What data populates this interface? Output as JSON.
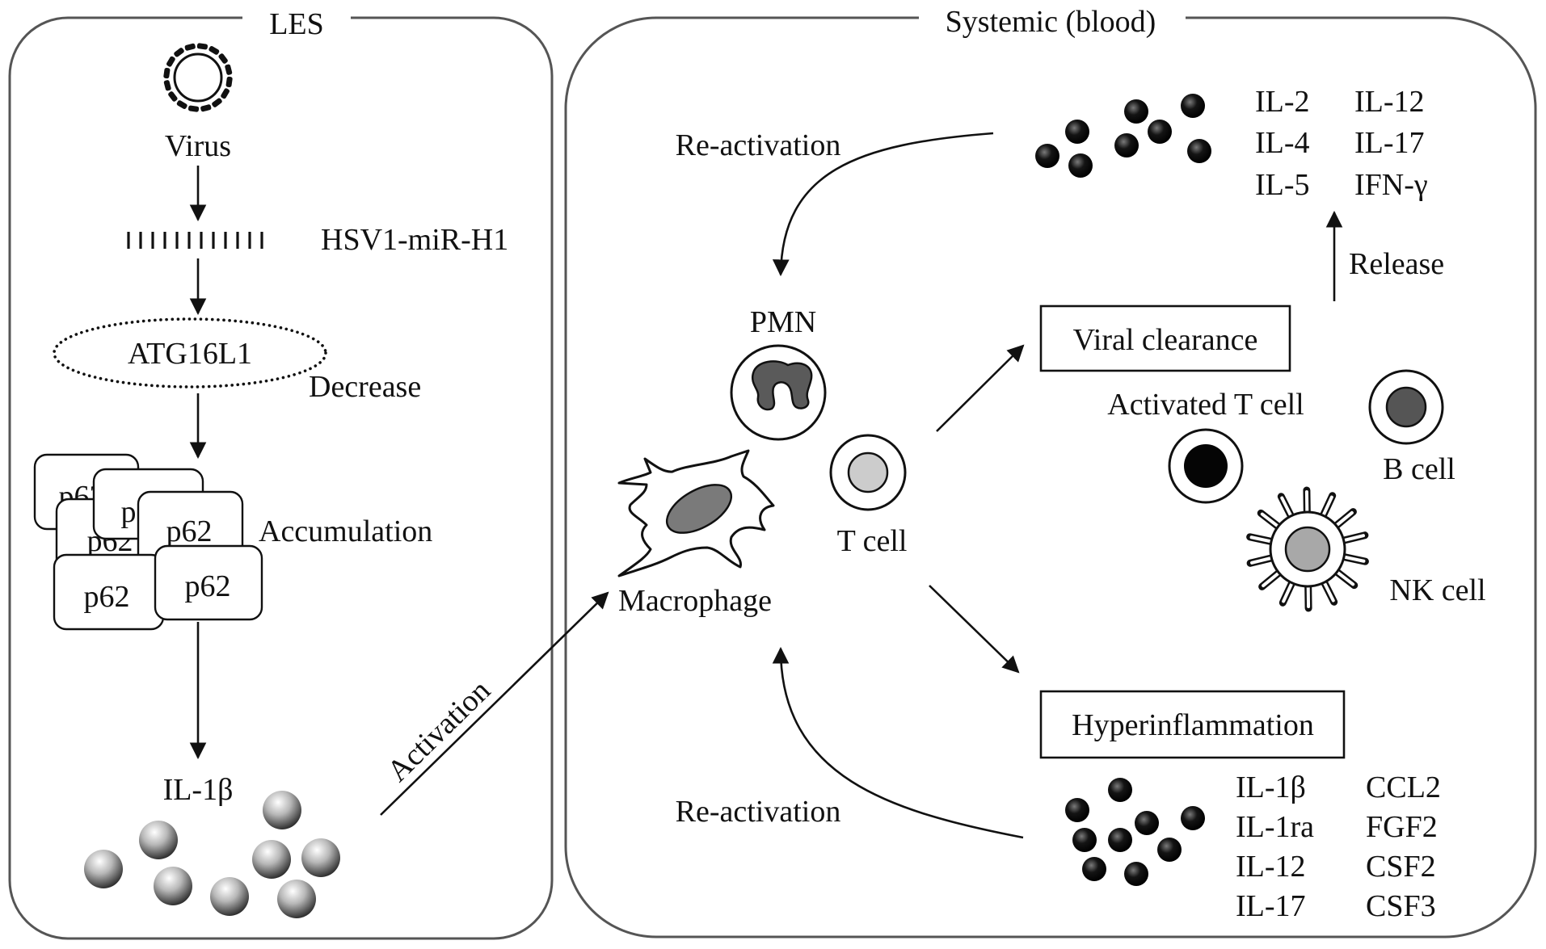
{
  "panels": {
    "les_title": "LES",
    "systemic_title": "Systemic (blood)"
  },
  "les": {
    "virus": "Virus",
    "mirna": "HSV1-miR-H1",
    "atg16l1": "ATG16L1",
    "decrease": "Decrease",
    "p62_boxes": [
      "p62",
      "p62",
      "p62",
      "p62",
      "p62",
      "p62"
    ],
    "accumulation": "Accumulation",
    "il1b": "IL-1β",
    "activation": "Activation"
  },
  "systemic": {
    "reactivation_top": "Re-activation",
    "reactivation_bottom": "Re-activation",
    "pmn": "PMN",
    "macrophage": "Macrophage",
    "t_cell": "T cell",
    "viral_clearance": "Viral clearance",
    "activated_t_cell": "Activated T cell",
    "b_cell": "B cell",
    "nk_cell": "NK cell",
    "release": "Release",
    "hyperinflammation": "Hyperinflammation",
    "cytokines_top": {
      "col1": [
        "IL-2",
        "IL-4",
        "IL-5"
      ],
      "col2": [
        "IL-12",
        "IL-17",
        "IFN-γ"
      ]
    },
    "cytokines_bottom": {
      "col1": [
        "IL-1β",
        "IL-1ra",
        "IL-12",
        "IL-17"
      ],
      "col2": [
        "CCL2",
        "FGF2",
        "CSF2",
        "CSF3"
      ]
    }
  }
}
